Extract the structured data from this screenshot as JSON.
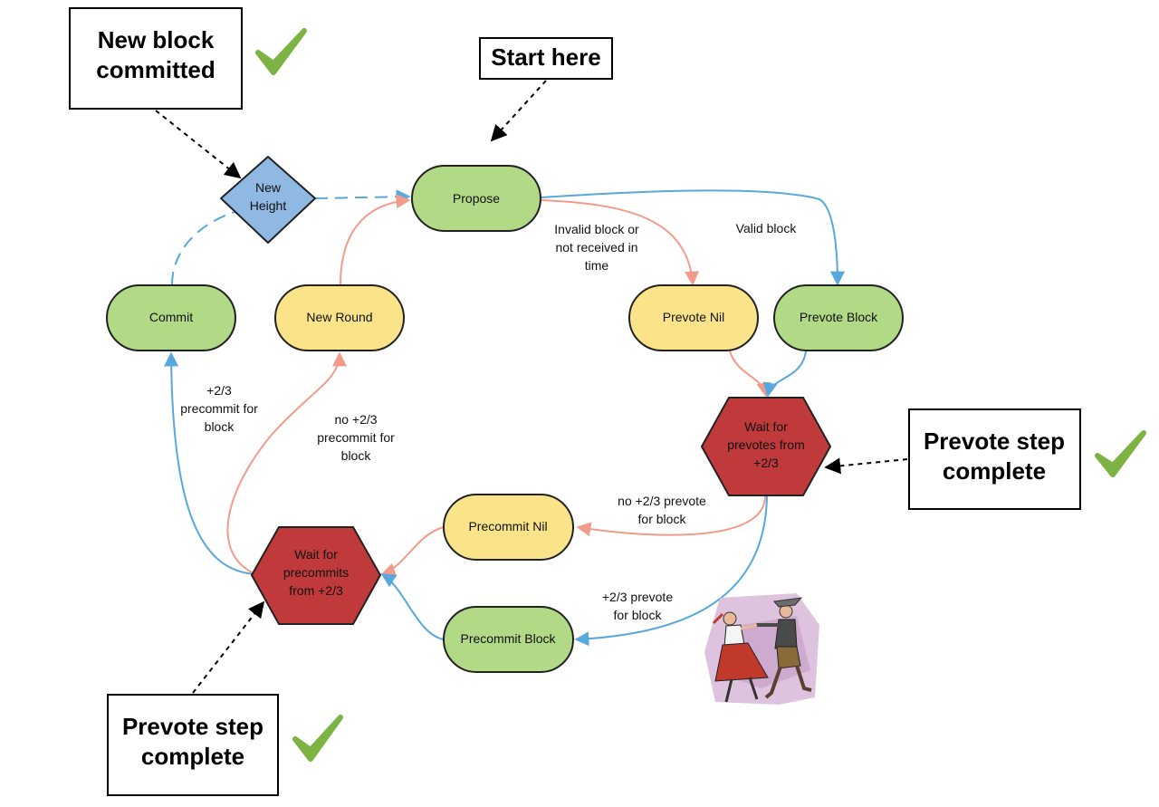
{
  "colors": {
    "green_fill": "#b1d986",
    "yellow_fill": "#fbe38a",
    "red_fill": "#c0393b",
    "blue_fill": "#8fb9e3",
    "blue_edge": "#58a7dd",
    "salmon_edge": "#f29b8b",
    "check_green": "#7cb342"
  },
  "nodes": {
    "new_height": "New\nHeight",
    "propose": "Propose",
    "commit": "Commit",
    "new_round": "New Round",
    "prevote_nil": "Prevote Nil",
    "prevote_block": "Prevote Block",
    "wait_prevotes": "Wait for\nprevotes from\n+2/3",
    "precommit_nil": "Precommit Nil",
    "precommit_block": "Precommit Block",
    "wait_precommits": "Wait for\nprecommits\nfrom +2/3"
  },
  "edge_labels": {
    "invalid_block": "Invalid block or\nnot received in\ntime",
    "valid_block": "Valid block",
    "commit_condition": "+2/3\nprecommit for\nblock",
    "no_commit_condition": "no +2/3\nprecommit for\nblock",
    "no_prevote_condition": "no +2/3 prevote\nfor block",
    "prevote_condition": "+2/3 prevote\nfor block"
  },
  "callouts": {
    "new_block": "New block\ncommitted",
    "start_here": "Start here",
    "prevote_right": "Prevote step\ncomplete",
    "prevote_bottom": "Prevote step\ncomplete"
  },
  "icons": {
    "checkmark": "checkmark-icon",
    "dancers": "dancing-couple-clipart"
  }
}
